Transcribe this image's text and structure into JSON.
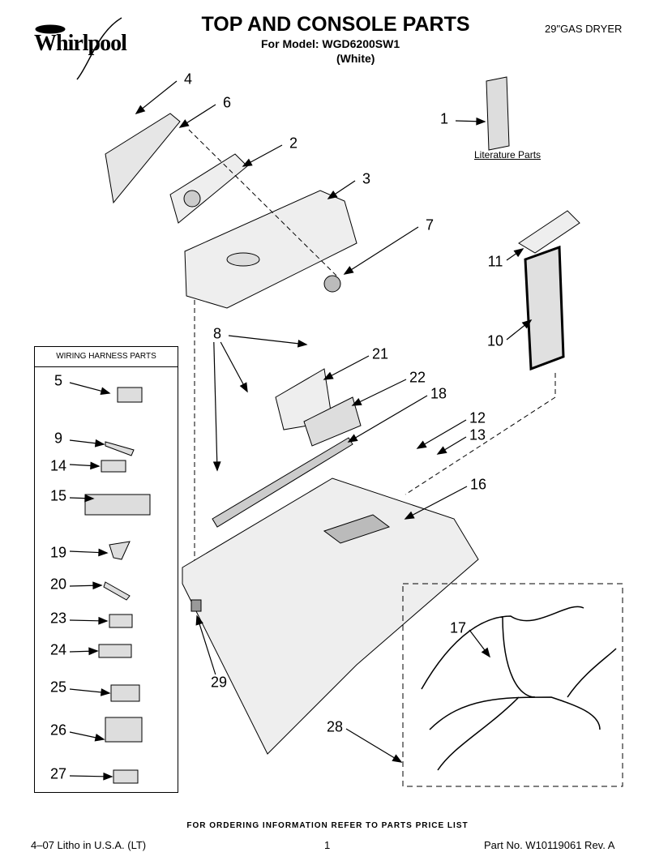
{
  "header": {
    "brand": "Whirlpool",
    "title": "TOP AND CONSOLE PARTS",
    "model": "For Model: WGD6200SW1",
    "color": "(White)",
    "product": "29\"GAS DRYER"
  },
  "literature_label": "Literature Parts",
  "harness_title": "WIRING HARNESS PARTS",
  "callouts": {
    "c1": "1",
    "c2": "2",
    "c3": "3",
    "c4": "4",
    "c6": "6",
    "c7": "7",
    "c8": "8",
    "c10": "10",
    "c11": "11",
    "c12": "12",
    "c13": "13",
    "c16": "16",
    "c17": "17",
    "c18": "18",
    "c21": "21",
    "c22": "22",
    "c28": "28",
    "c29": "29",
    "h5": "5",
    "h9": "9",
    "h14": "14",
    "h15": "15",
    "h19": "19",
    "h20": "20",
    "h23": "23",
    "h24": "24",
    "h25": "25",
    "h26": "26",
    "h27": "27"
  },
  "footer": {
    "ordering": "FOR ORDERING INFORMATION REFER TO PARTS PRICE LIST",
    "litho": "4–07 Litho in U.S.A. (LT)",
    "page": "1",
    "part_no": "Part No. W10119061 Rev. A"
  }
}
